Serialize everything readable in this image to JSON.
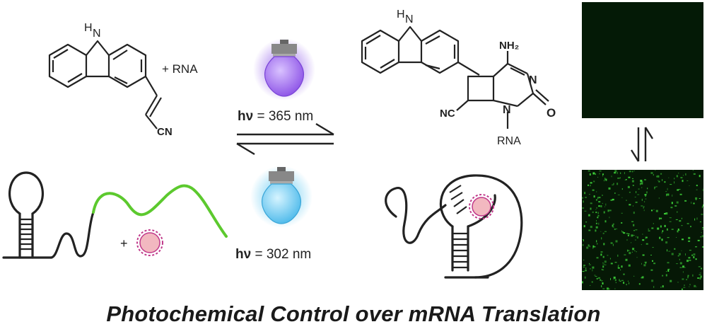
{
  "caption": "Photochemical Control over mRNA Translation",
  "reactant": {
    "nh_label": "N",
    "h_label": "H",
    "plus_rna": "+ RNA",
    "cn_label": "CN"
  },
  "product": {
    "nh_label": "N",
    "h_label": "H",
    "nh2_label": "NH₂",
    "n_ring_label": "N",
    "n_rna_label": "N",
    "o_label": "O",
    "nc_label": "NC",
    "rna_label": "RNA"
  },
  "light": {
    "forward_hv": "hν",
    "forward_value": " = 365 nm",
    "reverse_hv": "hν",
    "reverse_value": " = 302 nm",
    "uv_color": "#8a52e8",
    "blue_color": "#4fc3f0"
  },
  "mrna": {
    "plus_label": "+"
  },
  "colors": {
    "green_strand": "#5cc92e",
    "ligand_fill": "#f2b8c0",
    "ligand_edge": "#c0398a",
    "cell_green": "#3fd63a"
  }
}
